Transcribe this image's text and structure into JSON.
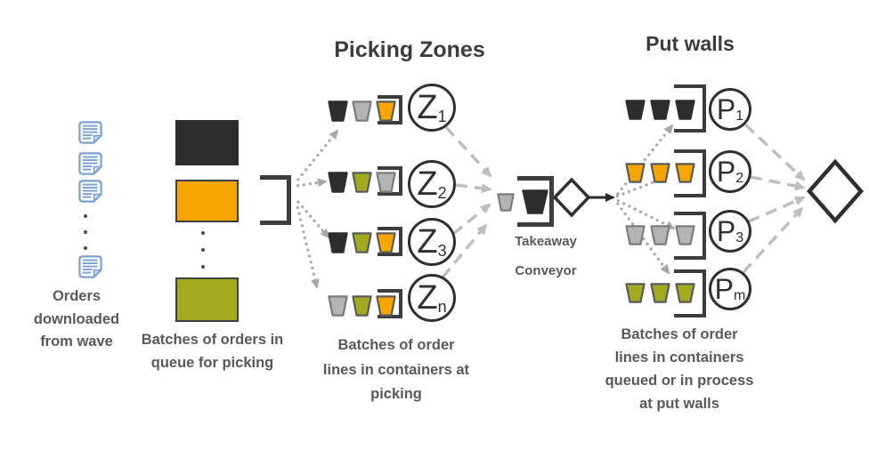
{
  "titles": {
    "picking_zones": "Picking Zones",
    "put_walls": "Put walls"
  },
  "captions": {
    "orders": "Orders\ndownloaded\nfrom wave",
    "batches_queue": "Batches of orders in\nqueue for picking",
    "picking_containers": "Batches of order\nlines in containers at\npicking",
    "put_walls_queue": "Batches of order\nlines in containers\nqueued or in process\nat put walls",
    "takeaway": "Takeaway\nConveyor"
  },
  "colors": {
    "black": "#2D2D2D",
    "gray": "#B4B4B4",
    "orange": "#F7A600",
    "green": "#A2AA1E",
    "doc_blue": "#7B9FD0",
    "arrow_dotted": "#A8A8A8",
    "arrow_dashed": "#BEBEBE",
    "text_gray": "#595959"
  },
  "orders_stack": {
    "doc_count": 4,
    "icon": "document-icon"
  },
  "batch_queue": {
    "rect_colors": [
      "black",
      "orange",
      "green"
    ]
  },
  "zones": {
    "rows": [
      {
        "label": "Z",
        "sub": "1",
        "totes": [
          "black",
          "gray",
          "orange"
        ]
      },
      {
        "label": "Z",
        "sub": "2",
        "totes": [
          "black",
          "green",
          "gray"
        ]
      },
      {
        "label": "Z",
        "sub": "3",
        "totes": [
          "black",
          "green",
          "orange"
        ]
      },
      {
        "label": "Z",
        "sub": "n",
        "totes": [
          "gray",
          "green",
          "orange"
        ]
      }
    ]
  },
  "put_walls": {
    "rows": [
      {
        "label": "P",
        "sub": "1",
        "totes": [
          "black",
          "black",
          "black"
        ]
      },
      {
        "label": "P",
        "sub": "2",
        "totes": [
          "orange",
          "orange",
          "orange"
        ]
      },
      {
        "label": "P",
        "sub": "3",
        "totes": [
          "gray",
          "gray",
          "gray"
        ]
      },
      {
        "label": "P",
        "sub": "m",
        "totes": [
          "green",
          "green",
          "green"
        ]
      }
    ]
  },
  "takeaway_totes": [
    "gray",
    "black"
  ]
}
